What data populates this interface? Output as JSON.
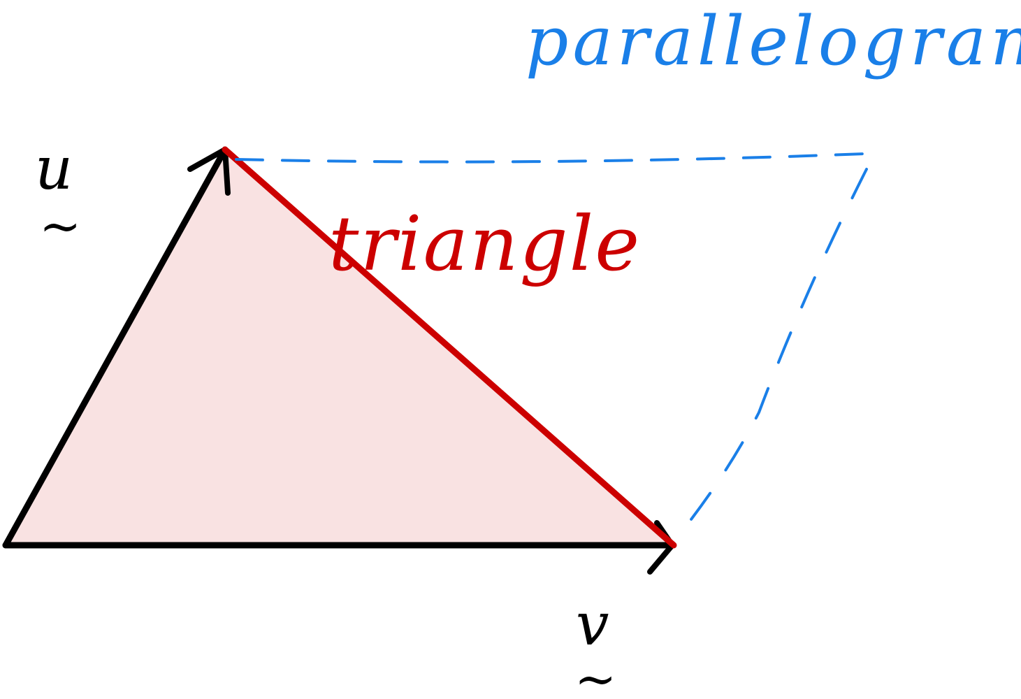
{
  "labels": {
    "parallelogram": "parallelogram",
    "triangle": "triangle",
    "vector_u": "u",
    "vector_v": "v",
    "tilde": "~"
  },
  "colors": {
    "vector_black": "#000000",
    "triangle_red": "#cc0000",
    "triangle_fill": "#f9e2e2",
    "parallelogram_blue": "#1a7fe8",
    "background": "#ffffff"
  }
}
